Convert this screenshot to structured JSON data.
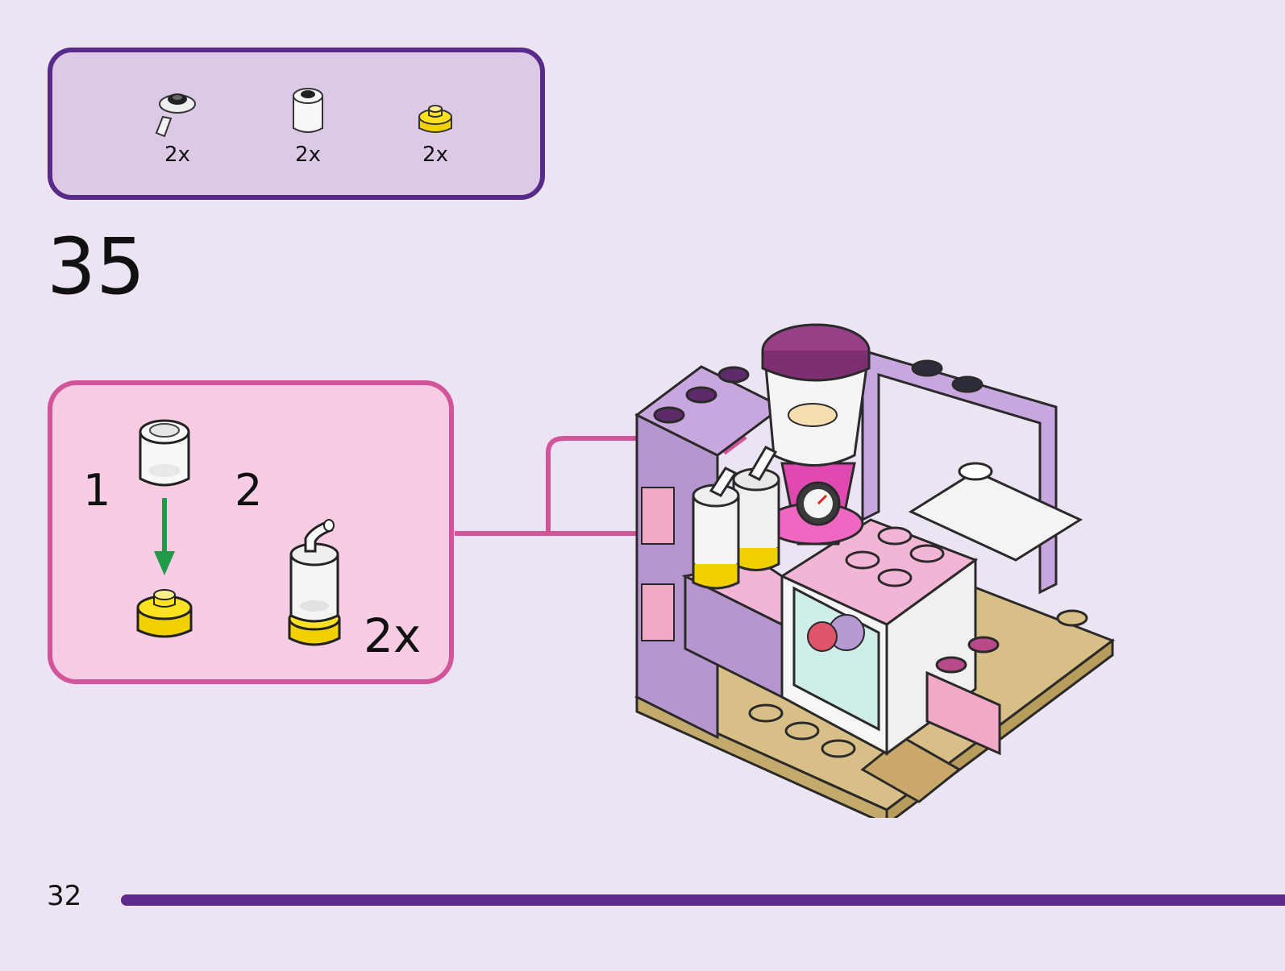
{
  "parts": [
    {
      "icon": "transparent-round-plate-with-bar-icon",
      "qty": "2x"
    },
    {
      "icon": "transparent-round-brick-icon",
      "qty": "2x"
    },
    {
      "icon": "yellow-round-plate-icon",
      "qty": "2x"
    }
  ],
  "step_number": "35",
  "sub_steps": {
    "step1": "1",
    "step2": "2",
    "multiplier": "2x"
  },
  "page_number": "32",
  "colors": {
    "background": "#ece4f2",
    "parts_box_border": "#582a8a",
    "parts_box_fill": "#dcc9e6",
    "substep_border": "#d2559c",
    "substep_fill": "#f8cde3",
    "arrow": "#d2559c",
    "footer_line": "#5b2a8c"
  }
}
